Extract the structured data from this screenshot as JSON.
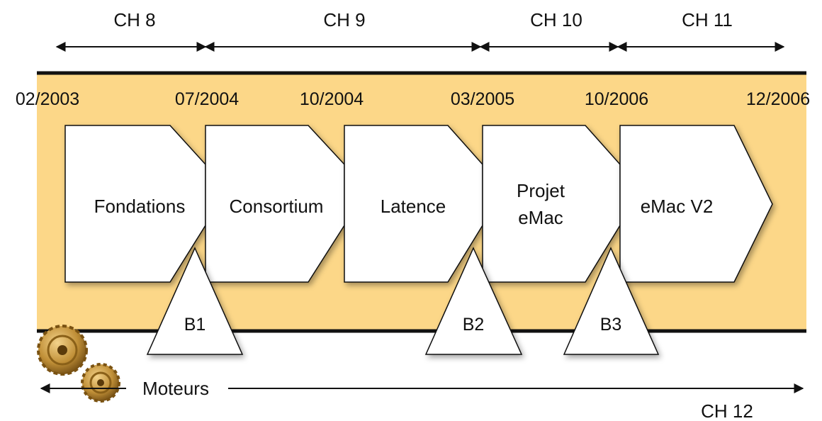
{
  "chapters": [
    {
      "label": "CH 8"
    },
    {
      "label": "CH 9"
    },
    {
      "label": "CH 10"
    },
    {
      "label": "CH 11"
    }
  ],
  "dates": [
    "02/2003",
    "07/2004",
    "10/2004",
    "03/2005",
    "10/2006",
    "12/2006"
  ],
  "phases": [
    {
      "lines": [
        "Fondations"
      ]
    },
    {
      "lines": [
        "Consortium"
      ]
    },
    {
      "lines": [
        "Latence"
      ]
    },
    {
      "lines": [
        "Projet",
        "eMac"
      ]
    },
    {
      "lines": [
        "eMac V2"
      ]
    }
  ],
  "milestones": [
    "B1",
    "B2",
    "B3"
  ],
  "engines": {
    "label": "Moteurs",
    "chapter": "CH 12",
    "icon": "gears-icon"
  },
  "colors": {
    "band": "#fcd788",
    "band_border": "#111111",
    "shape_fill": "#ffffff",
    "shape_stroke": "#111111",
    "gear": "#b8862e"
  }
}
